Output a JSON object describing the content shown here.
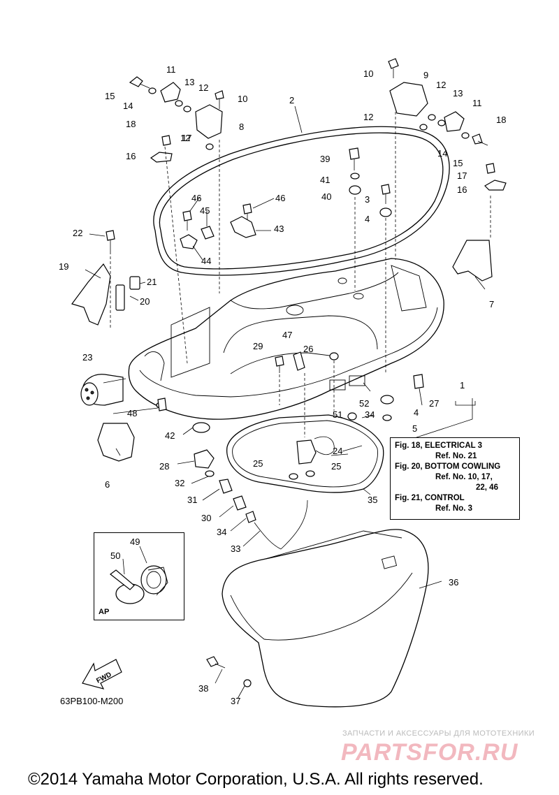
{
  "callouts": [
    {
      "n": "1"
    },
    {
      "n": "2"
    },
    {
      "n": "3"
    },
    {
      "n": "4"
    },
    {
      "n": "4"
    },
    {
      "n": "5"
    },
    {
      "n": "6"
    },
    {
      "n": "7"
    },
    {
      "n": "8"
    },
    {
      "n": "9"
    },
    {
      "n": "10"
    },
    {
      "n": "10"
    },
    {
      "n": "11"
    },
    {
      "n": "11"
    },
    {
      "n": "12"
    },
    {
      "n": "12"
    },
    {
      "n": "12"
    },
    {
      "n": "12"
    },
    {
      "n": "13"
    },
    {
      "n": "13"
    },
    {
      "n": "14"
    },
    {
      "n": "14"
    },
    {
      "n": "15"
    },
    {
      "n": "15"
    },
    {
      "n": "16"
    },
    {
      "n": "16"
    },
    {
      "n": "17"
    },
    {
      "n": "17"
    },
    {
      "n": "18"
    },
    {
      "n": "18"
    },
    {
      "n": "19"
    },
    {
      "n": "20"
    },
    {
      "n": "21"
    },
    {
      "n": "22"
    },
    {
      "n": "23"
    },
    {
      "n": "24"
    },
    {
      "n": "25"
    },
    {
      "n": "25"
    },
    {
      "n": "26"
    },
    {
      "n": "27"
    },
    {
      "n": "28"
    },
    {
      "n": "29"
    },
    {
      "n": "30"
    },
    {
      "n": "31"
    },
    {
      "n": "32"
    },
    {
      "n": "33"
    },
    {
      "n": "34"
    },
    {
      "n": "34"
    },
    {
      "n": "35"
    },
    {
      "n": "36"
    },
    {
      "n": "37"
    },
    {
      "n": "38"
    },
    {
      "n": "39"
    },
    {
      "n": "40"
    },
    {
      "n": "41"
    },
    {
      "n": "42"
    },
    {
      "n": "43"
    },
    {
      "n": "44"
    },
    {
      "n": "45"
    },
    {
      "n": "46"
    },
    {
      "n": "46"
    },
    {
      "n": "47"
    },
    {
      "n": "48"
    },
    {
      "n": "49"
    },
    {
      "n": "50"
    },
    {
      "n": "51"
    },
    {
      "n": "52"
    }
  ],
  "reference_box": {
    "line1": "Fig. 18, ELECTRICAL 3",
    "line2": "Ref. No. 21",
    "line3": "Fig. 20, BOTTOM COWLING",
    "line4": "Ref. No. 10, 17,",
    "line5": "22, 46",
    "line6": "Fig. 21, CONTROL",
    "line7": "Ref. No. 3"
  },
  "ap_label": "AP",
  "fwd_label": "FWD",
  "diagram_code": "63PB100-M200",
  "watermark_top": "ЗАПЧАСТИ И АКСЕССУАРЫ ДЛЯ МОТОТЕХНИКИ",
  "watermark_brand": "PARTSFOR.RU",
  "copyright": "©2014 Yamaha Motor Corporation, U.S.A. All rights reserved.",
  "colors": {
    "line": "#000000",
    "watermark": "#f2b8bf",
    "background": "#ffffff"
  }
}
